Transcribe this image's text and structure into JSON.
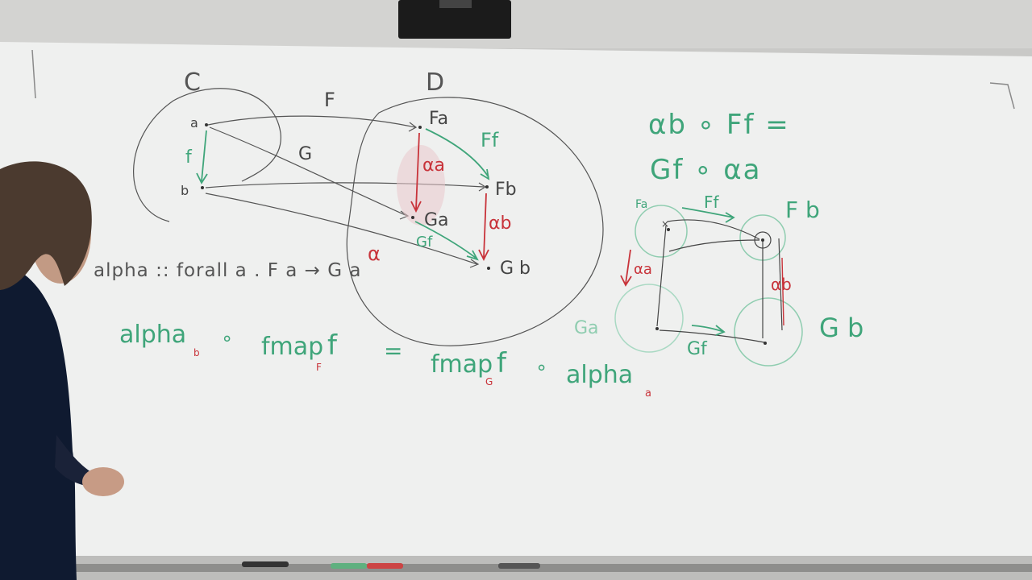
{
  "colors": {
    "wall": "#cfcfcd",
    "board": "#f1f2f1",
    "ink_black": "#3a3a3a",
    "ink_green": "#3fa57a",
    "ink_red": "#c8333a",
    "person_shirt": "#101c33",
    "person_hair": "#4a3a30",
    "projector": "#1a1a1a"
  },
  "diagram_left": {
    "category_c_label": "C",
    "category_d_label": "D",
    "functor_f_label": "F",
    "functor_g_label": "G",
    "obj_a": "a",
    "obj_b": "b",
    "arrow_f": "f",
    "obj_fa": "Fa",
    "obj_fb": "Fb",
    "obj_ga": "Ga",
    "obj_gb": "G b",
    "arrow_ff": "Ff",
    "arrow_gf": "Gf",
    "alpha_a": "αa",
    "alpha_b": "αb",
    "alpha": "α"
  },
  "type_signature": {
    "text": "alpha :: forall a . F a → G a"
  },
  "equation_bottom": {
    "alpha_b": "alpha",
    "alpha_b_sub": "b",
    "compose1": "∘",
    "fmap_f": "fmap",
    "fmap_f_sub": "F",
    "fmap_f_arg": "f",
    "equals": "=",
    "fmap_g": "fmap",
    "fmap_g_sub": "G",
    "fmap_g_arg": "f",
    "compose2": "∘",
    "alpha_a": "alpha",
    "alpha_a_sub": "a"
  },
  "naturality_equation": {
    "line1": "αb ∘ Ff =",
    "line2": "Gf ∘ αa"
  },
  "diagram_right": {
    "fa": "Fa",
    "ff": "Ff",
    "fb": "F b",
    "alpha_a": "αa",
    "alpha_b": "αb",
    "ga": "Ga",
    "gf": "Gf",
    "gb": "G b"
  }
}
